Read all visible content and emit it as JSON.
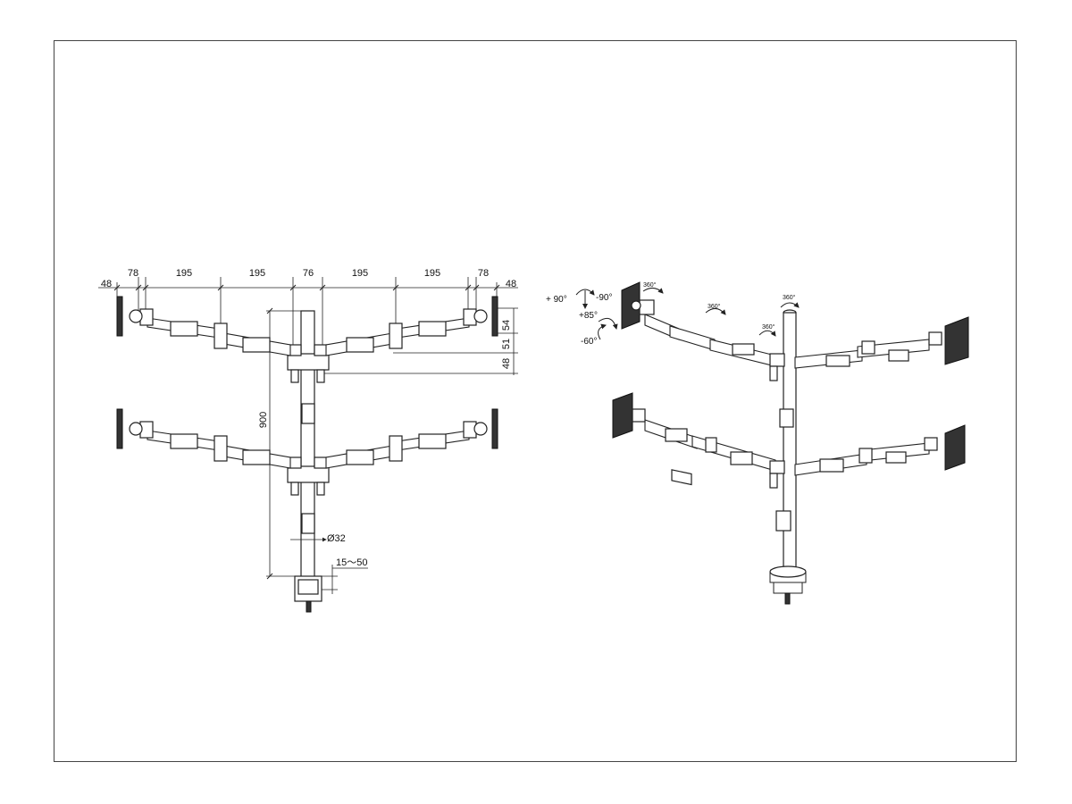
{
  "drawing": {
    "front_view": {
      "top_dims": [
        "48",
        "78",
        "195",
        "195",
        "76",
        "195",
        "195",
        "78",
        "48"
      ],
      "right_dims": [
        "54",
        "51",
        "48"
      ],
      "height_dim": "900",
      "pole_diameter": "Ø32",
      "clamp_range": "15～50"
    },
    "perspective_view": {
      "tilt_up": "+ 90°",
      "tilt_down": "-90°",
      "swivel_up": "+85°",
      "swivel_down": "-60°",
      "rotation_labels": [
        "360°",
        "360°",
        "360°",
        "360°"
      ]
    }
  }
}
